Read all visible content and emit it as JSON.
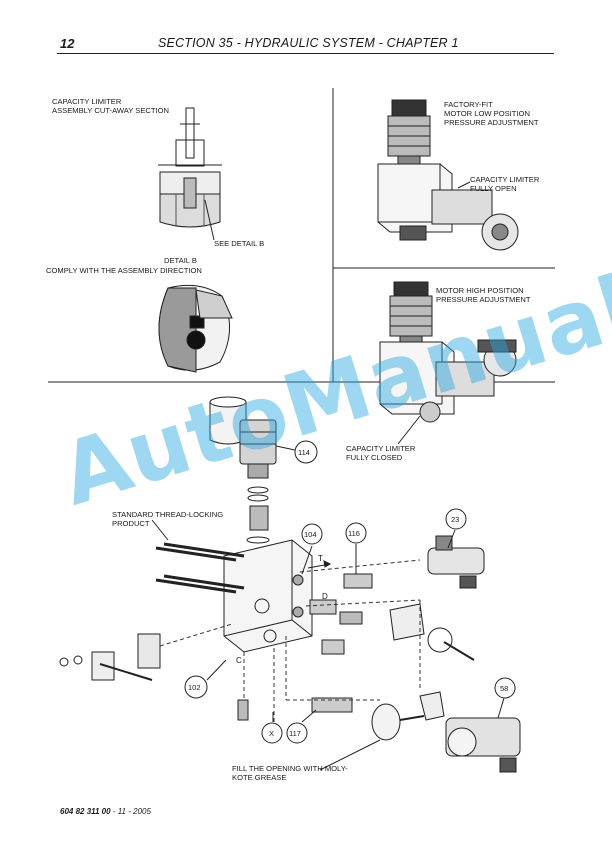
{
  "header": {
    "page_number": "12",
    "title": "SECTION 35 - HYDRAULIC SYSTEM - CHAPTER 1"
  },
  "labels": {
    "cutaway_1": "CAPACITY LIMITER",
    "cutaway_2": "ASSEMBLY CUT-AWAY SECTION",
    "see_detail": "SEE DETAIL B",
    "detail_b": "DETAIL B",
    "comply": "COMPLY WITH THE ASSEMBLY DIRECTION",
    "factory_1": "FACTORY-FIT",
    "factory_2": "MOTOR LOW POSITION",
    "factory_3": "PRESSURE ADJUSTMENT",
    "open_1": "CAPACITY LIMITER",
    "open_2": "FULLY OPEN",
    "high_1": "MOTOR HIGH POSITION",
    "high_2": "PRESSURE ADJUSTMENT",
    "closed_1": "CAPACITY LIMITER",
    "closed_2": "FULLY CLOSED",
    "thread_1": "STANDARD THREAD-LOCKING",
    "thread_2": "PRODUCT",
    "fill_1": "FILL THE OPENING WITH MOLY-",
    "fill_2": "KOTE GREASE",
    "port_t": "T",
    "port_d": "D",
    "port_c": "C"
  },
  "callouts": {
    "c114": "114",
    "c104": "104",
    "c116": "116",
    "c23": "23",
    "c102": "102",
    "cx": "X",
    "c117": "117",
    "c58": "58"
  },
  "footer": {
    "code": "604 82 311 00",
    "rest": " - 11 - 2005"
  },
  "watermark": "AutoManual"
}
